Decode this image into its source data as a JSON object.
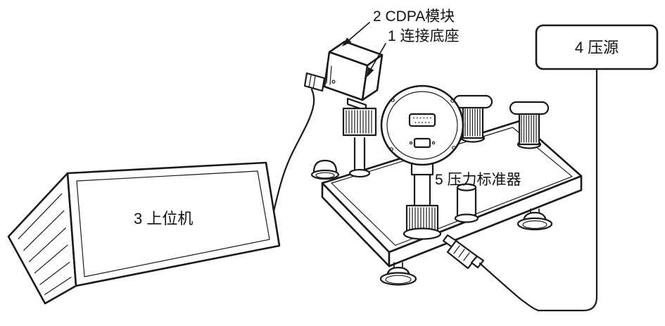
{
  "diagram": {
    "title_hint": "pressure calibration setup line drawing",
    "labels": {
      "module": "2 CDPA模块",
      "base": "1 连接底座",
      "host": "3 上位机",
      "source": "4 压源",
      "standard": "5 压力标准器"
    },
    "colors": {
      "line": "#1a1a1a",
      "background": "#ffffff"
    }
  }
}
